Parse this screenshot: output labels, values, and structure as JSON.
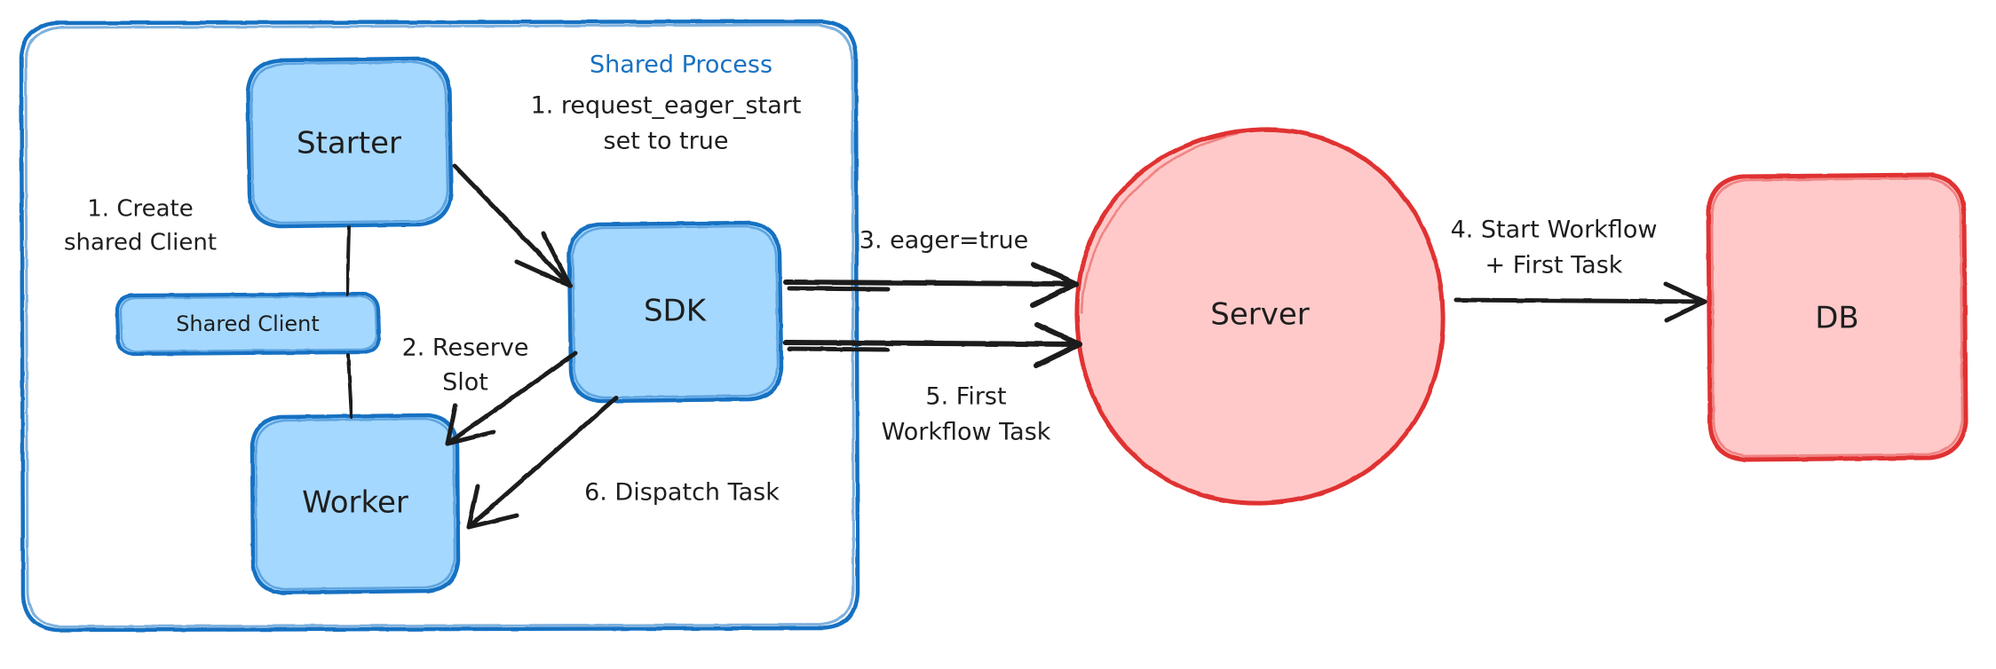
{
  "diagram": {
    "title_visible": false,
    "style": "hand-drawn",
    "background": "#ffffff",
    "colors": {
      "blue_stroke": "#1971c2",
      "blue_fill": "#a5d8ff",
      "red_stroke": "#e03131",
      "red_fill": "#ffc9c9",
      "ink": "#1e1e1e"
    }
  },
  "container": {
    "label": "Shared Process",
    "stroke": "#1971c2"
  },
  "nodes": [
    {
      "id": "starter",
      "label": "Starter",
      "shape": "rounded-rect",
      "group": "blue"
    },
    {
      "id": "shared-client",
      "label": "Shared Client",
      "shape": "rounded-rect",
      "group": "blue"
    },
    {
      "id": "worker",
      "label": "Worker",
      "shape": "rounded-rect",
      "group": "blue"
    },
    {
      "id": "sdk",
      "label": "SDK",
      "shape": "rounded-rect",
      "group": "blue"
    },
    {
      "id": "server",
      "label": "Server",
      "shape": "ellipse",
      "group": "red"
    },
    {
      "id": "db",
      "label": "DB",
      "shape": "rounded-rect",
      "group": "red"
    }
  ],
  "edges": [
    {
      "id": "e1-create-shared-client",
      "from": "starter",
      "to": "worker",
      "label_lines": [
        "1. Create",
        "shared Client"
      ],
      "arrow": false
    },
    {
      "id": "e1-request-eager-start",
      "from": "starter",
      "to": "sdk",
      "label_lines": [
        "1. request_eager_start",
        "set to true"
      ],
      "arrow": true
    },
    {
      "id": "e2-reserve-slot",
      "from": "sdk",
      "to": "worker",
      "label_lines": [
        "2. Reserve",
        "Slot"
      ],
      "arrow": true
    },
    {
      "id": "e3-eager-true",
      "from": "sdk",
      "to": "server",
      "label_lines": [
        "3. eager=true"
      ],
      "arrow": true
    },
    {
      "id": "e4-start-workflow",
      "from": "server",
      "to": "db",
      "label_lines": [
        "4. Start Workflow",
        "+ First Task"
      ],
      "arrow": true
    },
    {
      "id": "e5-first-workflow-task",
      "from": "sdk",
      "to": "server",
      "label_lines": [
        "5. First",
        "Workflow Task"
      ],
      "arrow": true
    },
    {
      "id": "e6-dispatch-task",
      "from": "sdk",
      "to": "worker",
      "label_lines": [
        "6. Dispatch Task"
      ],
      "arrow": true
    }
  ],
  "labels": {
    "shared_process": "Shared Process",
    "starter": "Starter",
    "shared_client": "Shared Client",
    "worker": "Worker",
    "sdk": "SDK",
    "server": "Server",
    "db": "DB",
    "step1_create_l1": "1. Create",
    "step1_create_l2": "shared Client",
    "step1_eager_l1": "1. request_eager_start",
    "step1_eager_l2": "set to true",
    "step2_l1": "2. Reserve",
    "step2_l2": "Slot",
    "step3": "3. eager=true",
    "step4_l1": "4. Start Workflow",
    "step4_l2": "+ First Task",
    "step5_l1": "5. First",
    "step5_l2": "Workflow Task",
    "step6": "6. Dispatch Task"
  }
}
